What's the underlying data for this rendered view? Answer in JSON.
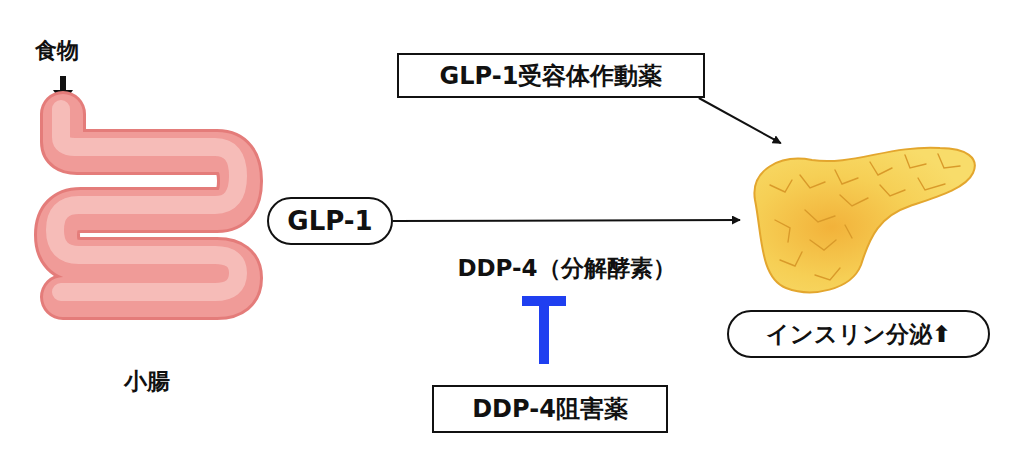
{
  "diagram": {
    "nodes": [
      {
        "text": [
          "GLP-1受容体作動薬"
        ]
      },
      {
        "text": [
          "小腸"
        ]
      },
      {
        "text": [
          "GLP-1"
        ]
      },
      {
        "text": [
          "インスリン分泌⬆"
        ]
      },
      {
        "text": [
          "DDP-4阻害薬"
        ]
      }
    ],
    "edges": [
      {
        "from": 2,
        "to": 3,
        "arrow": "to",
        "label": "DDP-4（分解酵素）"
      },
      {
        "from": 0,
        "to": 3,
        "arrow": "to"
      }
    ],
    "labels": [
      "食物"
    ]
  }
}
